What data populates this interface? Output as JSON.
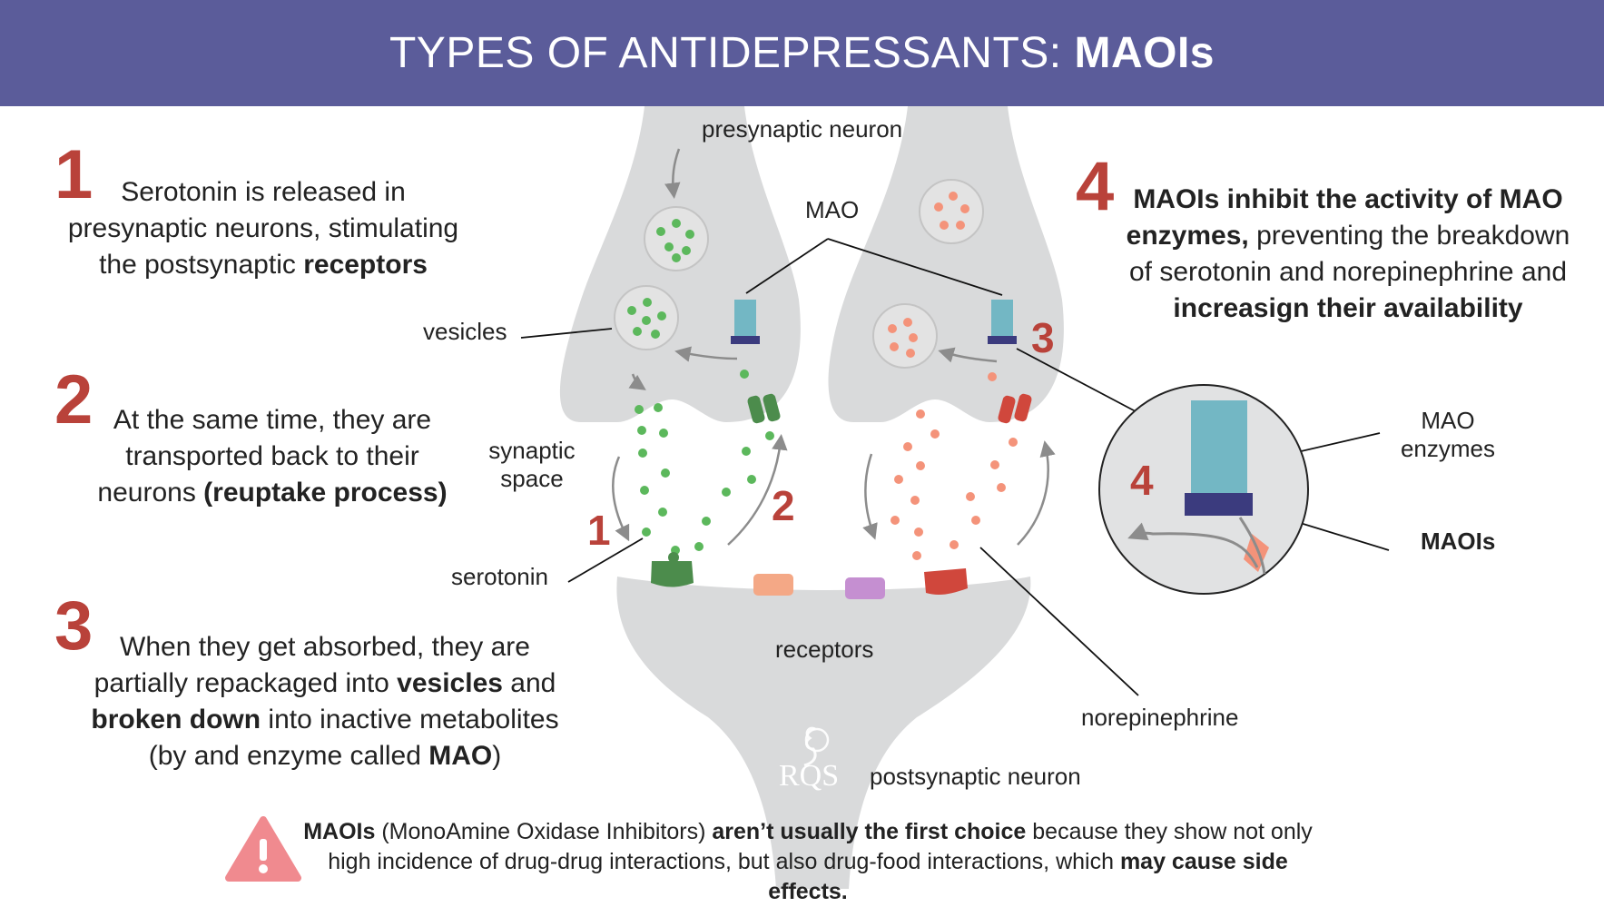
{
  "header": {
    "title_prefix": "TYPES OF ANTIDEPRESSANTS: ",
    "title_bold": "MAOIs"
  },
  "steps": [
    {
      "number": "1",
      "text_a": "Serotonin is released in presynaptic neurons, stimulating the postsynaptic ",
      "bold_a": "receptors"
    },
    {
      "number": "2",
      "text_a": "At the same time, they are transported back to their neurons ",
      "bold_a": "(reuptake process)"
    },
    {
      "number": "3",
      "text_a": "When they get absorbed, they are partially repackaged into ",
      "bold_a": "vesicles",
      "text_b": " and ",
      "bold_b": "broken down",
      "text_c": " into inactive metabolites (by and enzyme called ",
      "bold_c": "MAO",
      "text_d": ")"
    },
    {
      "number": "4",
      "bold_a": "MAOIs inhibit the activity of MAO enzymes,",
      "text_a": " preventing the breakdown of serotonin and norepinephrine and ",
      "bold_b": "increasign their availability"
    }
  ],
  "labels": {
    "presynaptic": "presynaptic neuron",
    "mao": "MAO",
    "vesicles": "vesicles",
    "synaptic_line1": "synaptic",
    "synaptic_line2": "space",
    "serotonin": "serotonin",
    "receptors": "receptors",
    "norepinephrine": "norepinephrine",
    "postsynaptic": "postsynaptic neuron",
    "mao_enzymes_line1": "MAO",
    "mao_enzymes_line2": "enzymes",
    "maois": "MAOIs"
  },
  "diagram_numbers": {
    "n1": "1",
    "n2": "2",
    "n3": "3",
    "n4": "4"
  },
  "footer": {
    "bold_a": "MAOIs",
    "text_a": " (MonoAmine Oxidase Inhibitors) ",
    "bold_b": "aren’t usually the first choice",
    "text_b": " because they show not only high incidence of drug-drug interactions, but also drug-food interactions, which ",
    "bold_c": "may cause side effects."
  },
  "logo": {
    "text": "RQS"
  },
  "colors": {
    "header_bg": "#5b5c9a",
    "accent_red": "#b9423a",
    "serotonin_green": "#5cb85c",
    "norepinephrine_orange": "#f4937a",
    "mao_teal": "#73b7c4",
    "maoi_navy": "#3b3b7e",
    "neuron_gray": "#d9dadb",
    "warning_pink": "#f08a8f"
  }
}
